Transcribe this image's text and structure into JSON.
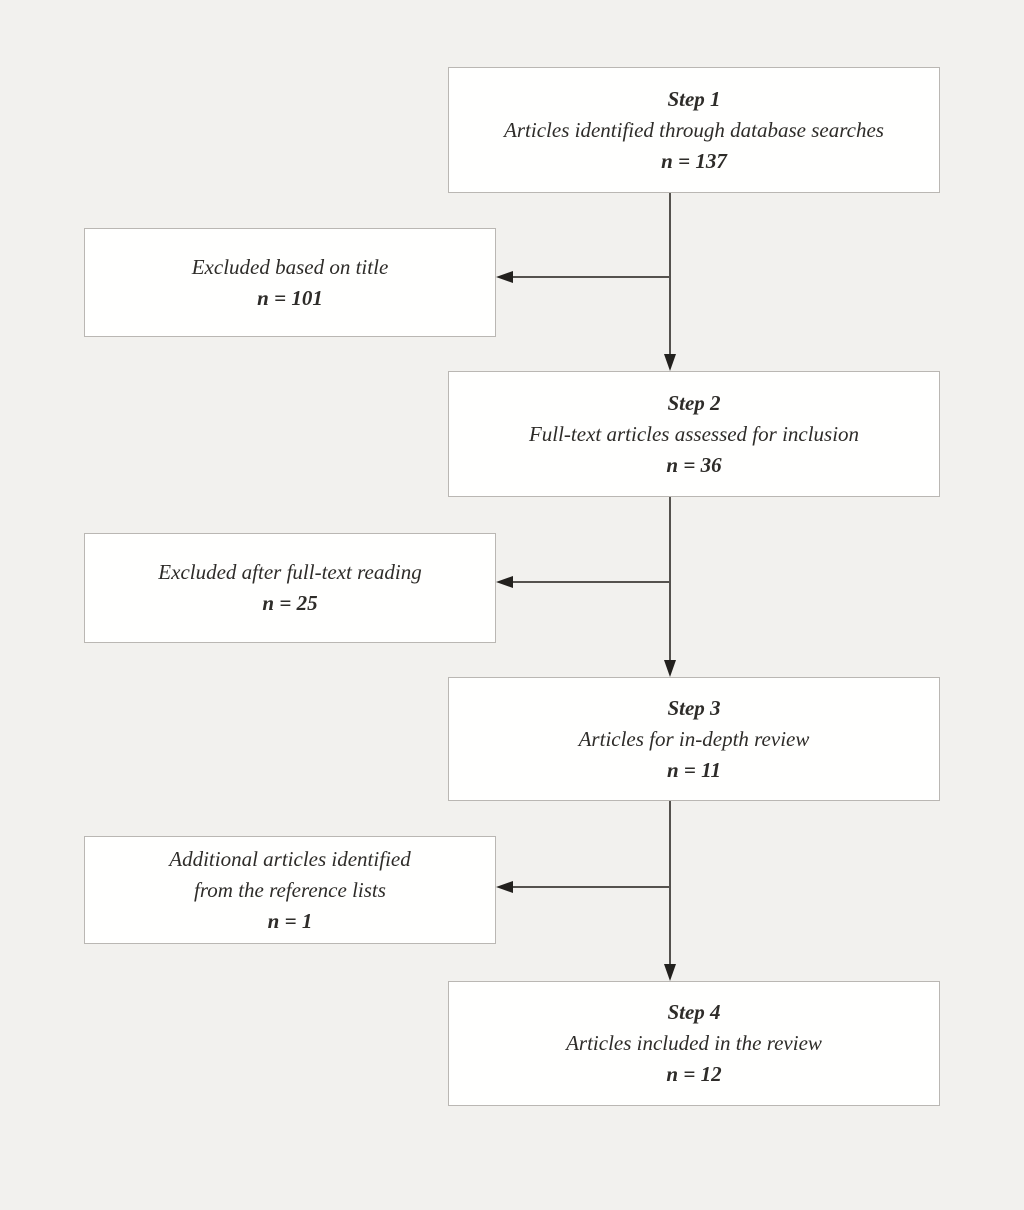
{
  "diagram": {
    "type": "flowchart",
    "description": "Article screening flow diagram with four sequential steps and three side outcome boxes",
    "colors": {
      "background": "#f2f1ee",
      "box_fill": "#ffffff",
      "box_border": "#bab7b3",
      "connector_line": "#55524e",
      "arrowhead": "#23211e",
      "text": "#2e2c29"
    },
    "steps": [
      {
        "title": "Step 1",
        "description": "Articles identified through database searches",
        "count": "n = 137"
      },
      {
        "title": "Step 2",
        "description": "Full-text articles assessed for inclusion",
        "count": "n = 36"
      },
      {
        "title": "Step 3",
        "description": "Articles for in-depth review",
        "count": "n = 11"
      },
      {
        "title": "Step 4",
        "description": "Articles included in the review",
        "count": "n = 12"
      }
    ],
    "side_boxes": [
      {
        "description": "Excluded based on title",
        "count": "n = 101"
      },
      {
        "description": "Excluded after full-text reading",
        "count": "n = 25"
      },
      {
        "description": "Additional articles identified\nfrom the reference lists",
        "count": "n = 1"
      }
    ]
  }
}
